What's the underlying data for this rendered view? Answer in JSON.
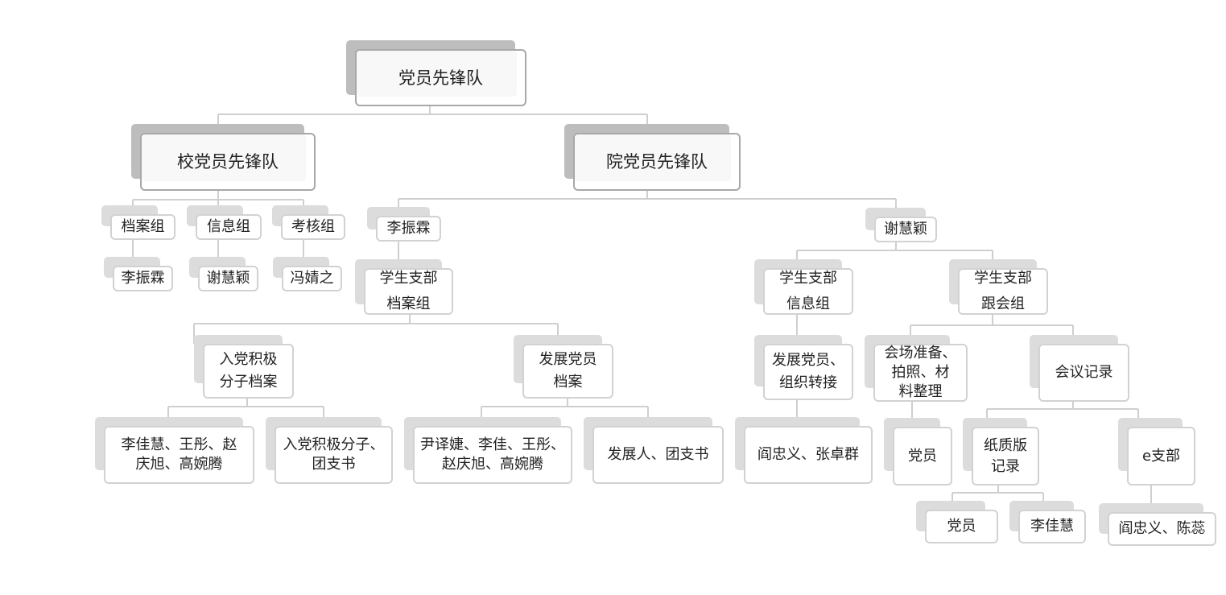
{
  "root": "党员先锋队",
  "school": {
    "title": "校党员先锋队",
    "groups": [
      {
        "name": "档案组",
        "member": "李振霖"
      },
      {
        "name": "信息组",
        "member": "谢慧颖"
      },
      {
        "name": "考核组",
        "member": "冯婧之"
      }
    ]
  },
  "college": {
    "title": "院党员先锋队",
    "left": {
      "leader": "李振霖",
      "branch": "学生支部\n档案组",
      "files": [
        {
          "name": "入党积极\n分子档案",
          "children": [
            "李佳慧、王彤、赵\n庆旭、高婉腾",
            "入党积极分子、\n团支书"
          ]
        },
        {
          "name": "发展党员\n档案",
          "children": [
            "尹译婕、李佳、王彤、\n赵庆旭、高婉腾",
            "发展人、团支书"
          ]
        }
      ]
    },
    "right": {
      "leader": "谢慧颖",
      "info_branch": "学生支部\n信息组",
      "info_task": "发展党员、\n组织转接",
      "info_people": "阎忠义、张卓群",
      "meeting_branch": "学生支部\n跟会组",
      "venue_task": "会场准备、\n拍照、材\n料整理",
      "venue_people": "党员",
      "minutes": "会议记录",
      "paper": "纸质版\n记录",
      "paper_people": [
        "党员",
        "李佳慧"
      ],
      "ebranch": "e支部",
      "ebranch_people": "阎忠义、陈蕊"
    }
  }
}
